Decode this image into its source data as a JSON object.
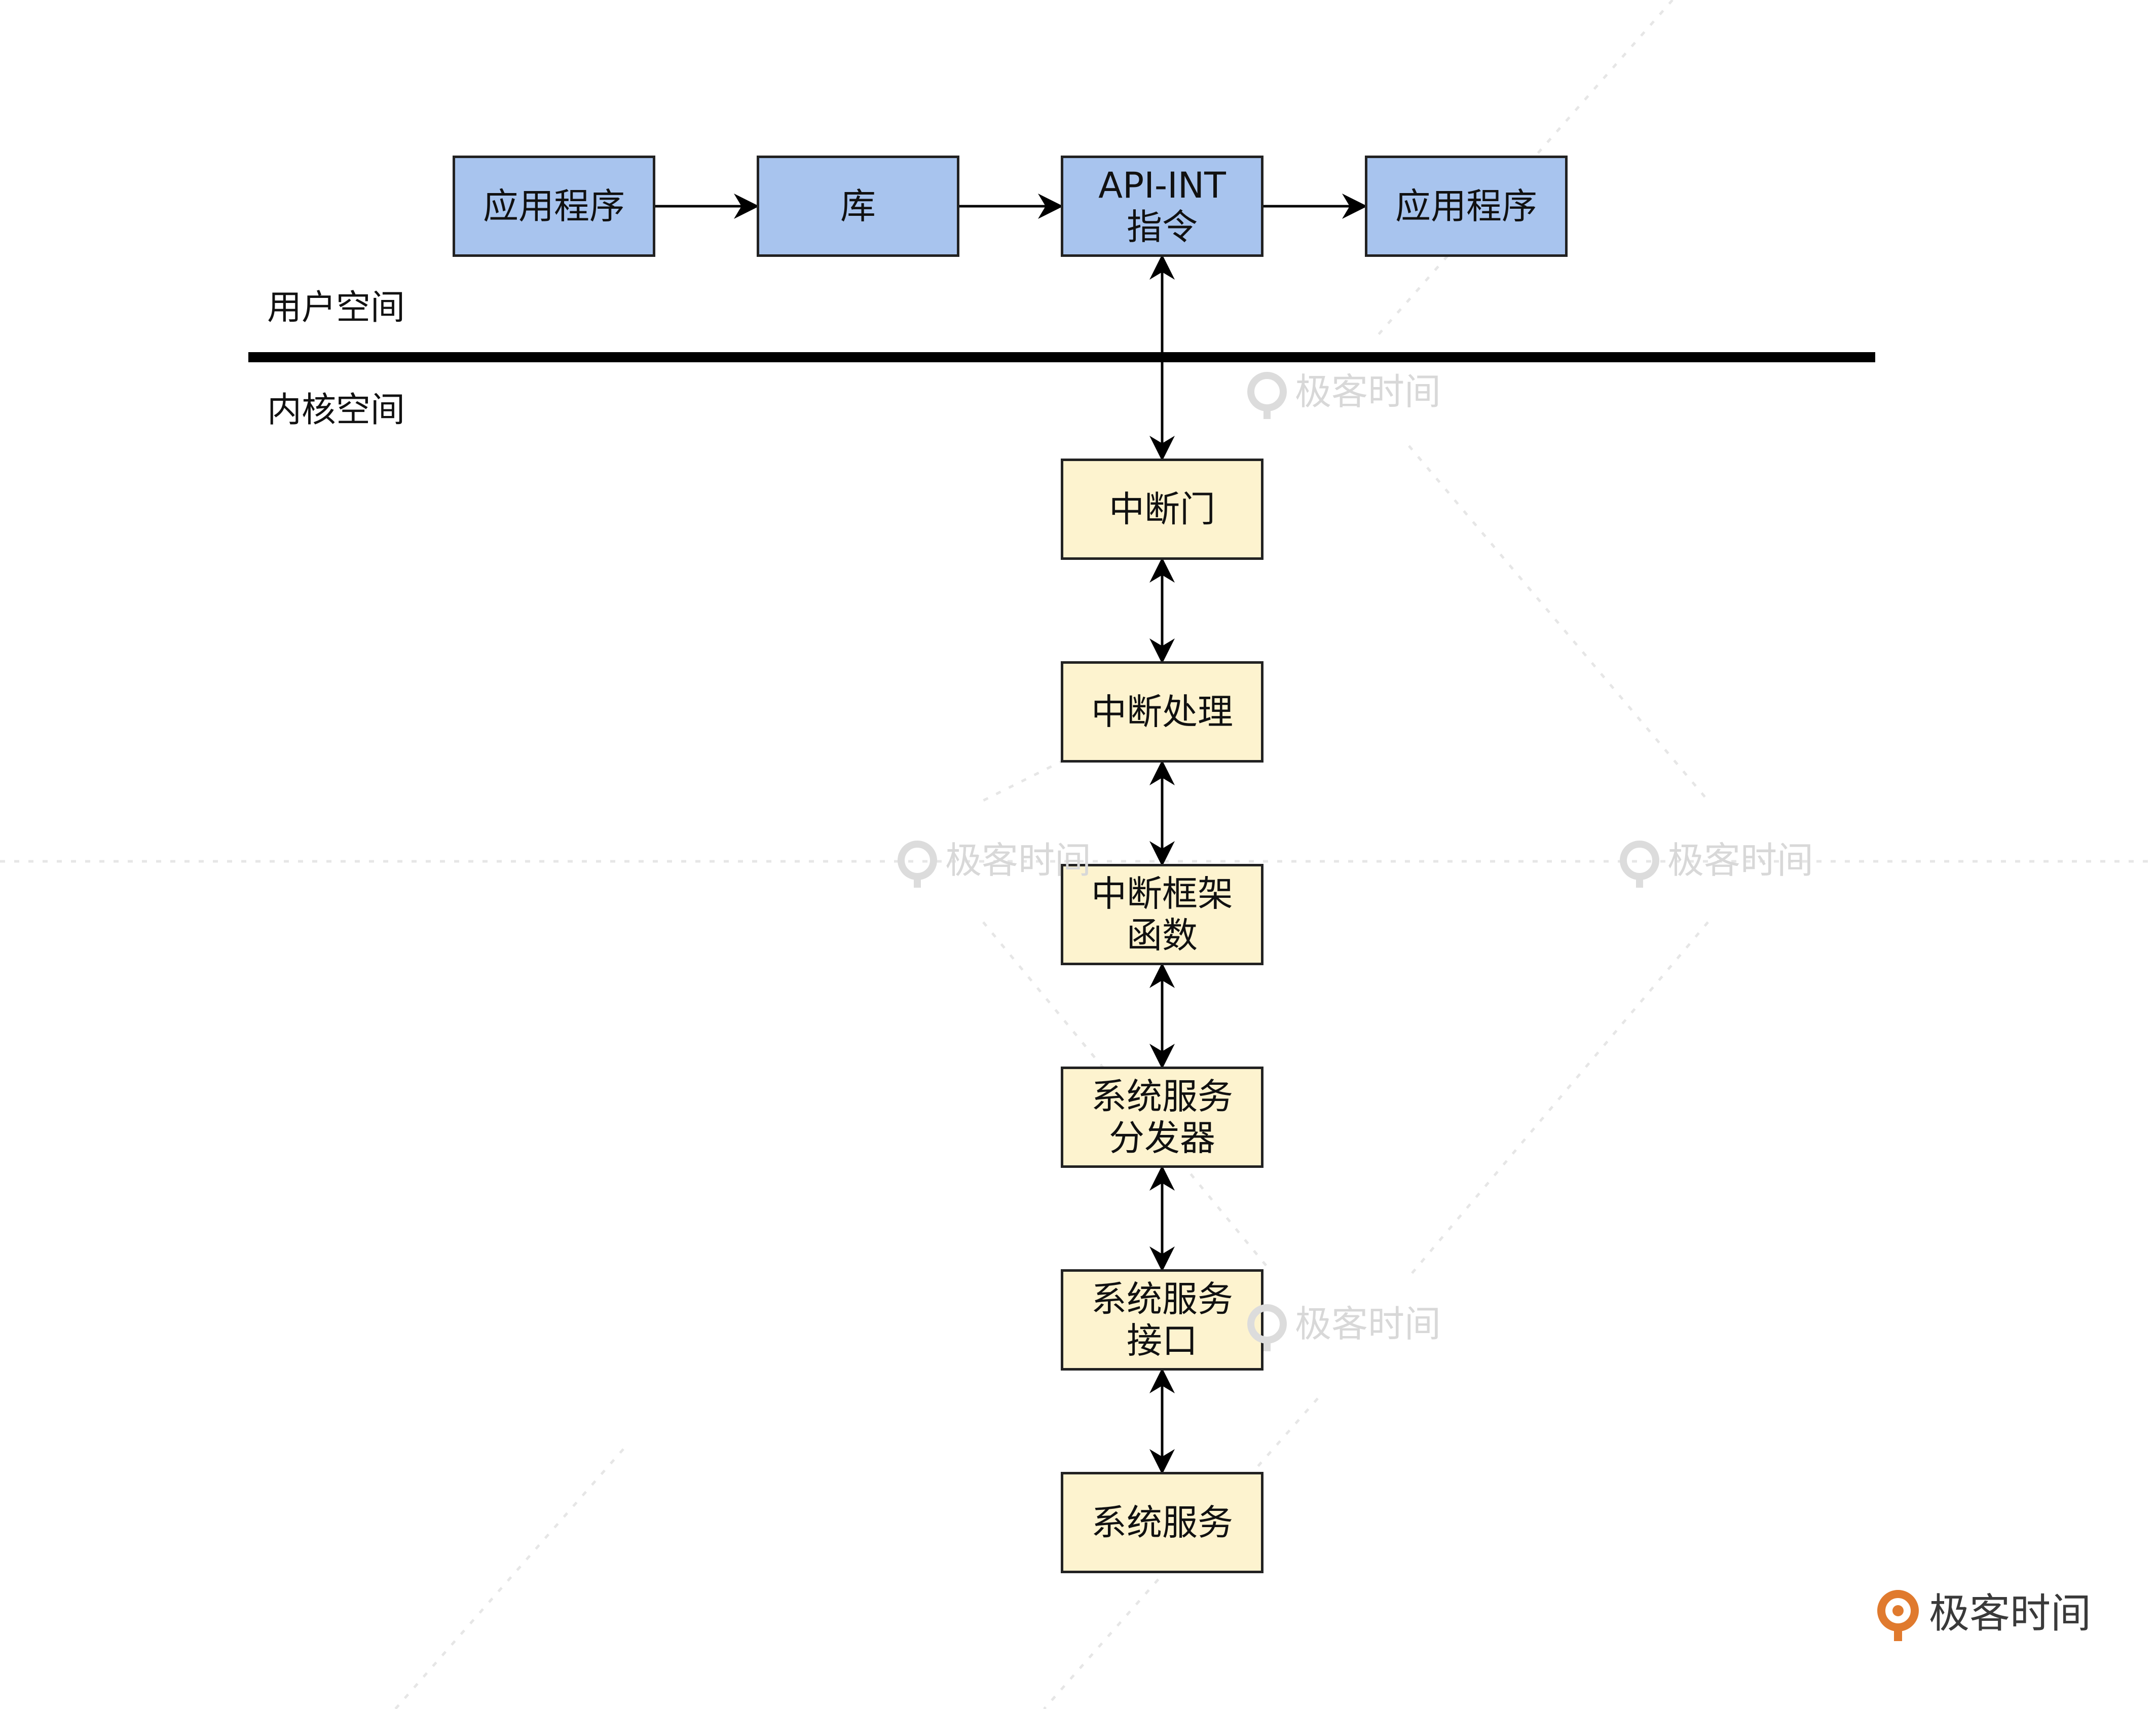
{
  "diagram": {
    "user_space_label": "用户空间",
    "kernel_space_label": "内核空间",
    "user_row": [
      {
        "id": "app-left",
        "lines": [
          "应用程序"
        ]
      },
      {
        "id": "library",
        "lines": [
          "库"
        ]
      },
      {
        "id": "api-int",
        "lines": [
          "API-INT",
          "指令"
        ]
      },
      {
        "id": "app-right",
        "lines": [
          "应用程序"
        ]
      }
    ],
    "kernel_chain": [
      {
        "id": "interrupt-gate",
        "lines": [
          "中断门"
        ]
      },
      {
        "id": "interrupt-handler",
        "lines": [
          "中断处理"
        ]
      },
      {
        "id": "interrupt-framework",
        "lines": [
          "中断框架",
          "函数"
        ]
      },
      {
        "id": "syscall-dispatcher",
        "lines": [
          "系统服务",
          "分发器"
        ]
      },
      {
        "id": "syscall-interface",
        "lines": [
          "系统服务",
          "接口"
        ]
      },
      {
        "id": "system-service",
        "lines": [
          "系统服务"
        ]
      }
    ],
    "edges": [
      {
        "from": "app-left",
        "to": "library",
        "type": "one-way"
      },
      {
        "from": "library",
        "to": "api-int",
        "type": "one-way"
      },
      {
        "from": "api-int",
        "to": "app-right",
        "type": "one-way"
      },
      {
        "from": "api-int",
        "to": "interrupt-gate",
        "type": "two-way"
      },
      {
        "from": "interrupt-gate",
        "to": "interrupt-handler",
        "type": "two-way"
      },
      {
        "from": "interrupt-handler",
        "to": "interrupt-framework",
        "type": "two-way"
      },
      {
        "from": "interrupt-framework",
        "to": "syscall-dispatcher",
        "type": "two-way"
      },
      {
        "from": "syscall-dispatcher",
        "to": "syscall-interface",
        "type": "two-way"
      },
      {
        "from": "syscall-interface",
        "to": "system-service",
        "type": "two-way"
      }
    ]
  },
  "watermark": {
    "text": "极客时间"
  },
  "brand": {
    "text": "极客时间",
    "accent_color": "#e07a2e"
  },
  "colors": {
    "user_box_fill": "#a8c4ee",
    "kernel_box_fill": "#fdf3cf",
    "stroke": "#222222"
  }
}
